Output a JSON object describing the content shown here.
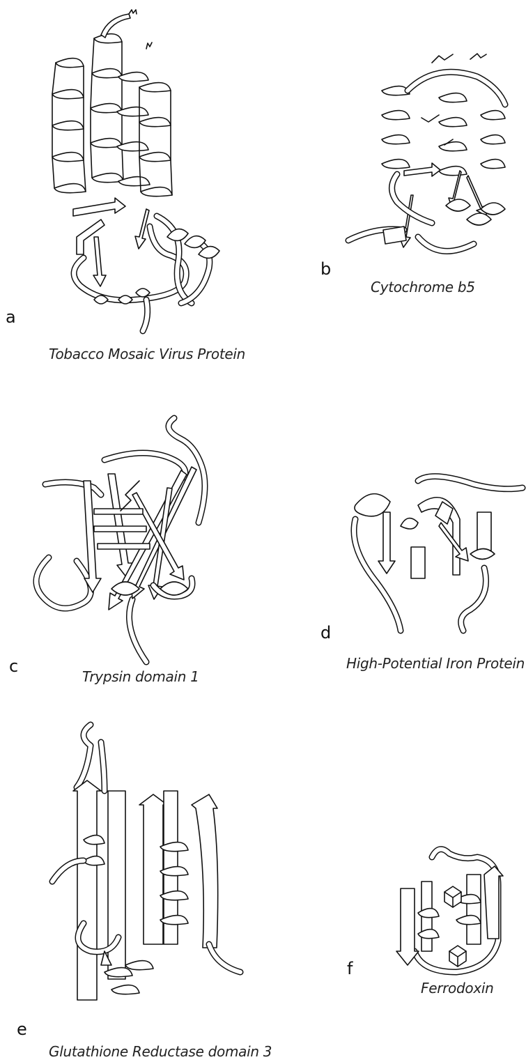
{
  "panels": [
    {
      "letter": "a",
      "caption": "Tobacco Mosaic Virus Protein"
    },
    {
      "letter": "b",
      "caption": "Cytochrome b5"
    },
    {
      "letter": "c",
      "caption": "Trypsin domain 1"
    },
    {
      "letter": "d",
      "caption": "High-Potential Iron Protein"
    },
    {
      "letter": "e",
      "caption": "Glutathione Reductase domain 3"
    },
    {
      "letter": "f",
      "caption": "Ferrodoxin"
    }
  ]
}
